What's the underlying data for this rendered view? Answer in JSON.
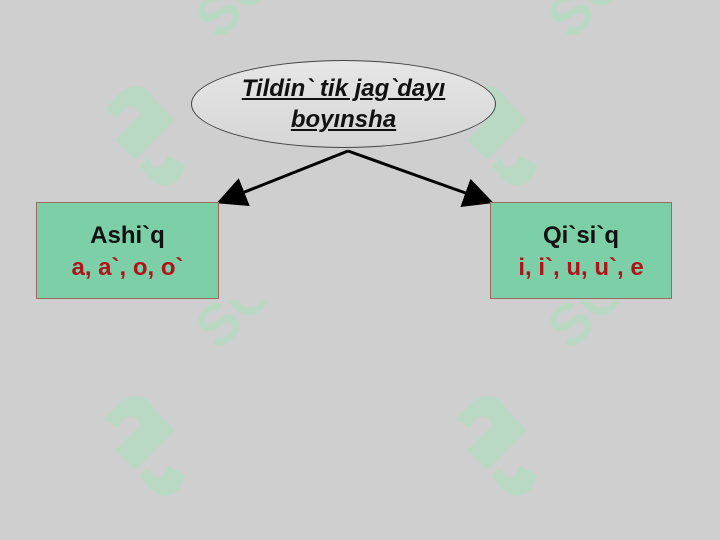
{
  "root": {
    "label_line1": "Tildin` tik jag`dayı",
    "label_line2": "boyınsha"
  },
  "left": {
    "title": "Ashi`q",
    "vowels": "a, a`, o, o`"
  },
  "right": {
    "title": "Qi`si`q",
    "vowels": "i, i`, u,  u`, e"
  },
  "watermark": {
    "text": "SOFF"
  },
  "colors": {
    "background": "#cfcfcf",
    "box": "#7ccfa7",
    "vowels": "#b0141b",
    "watermark": "#a8e2bc"
  }
}
